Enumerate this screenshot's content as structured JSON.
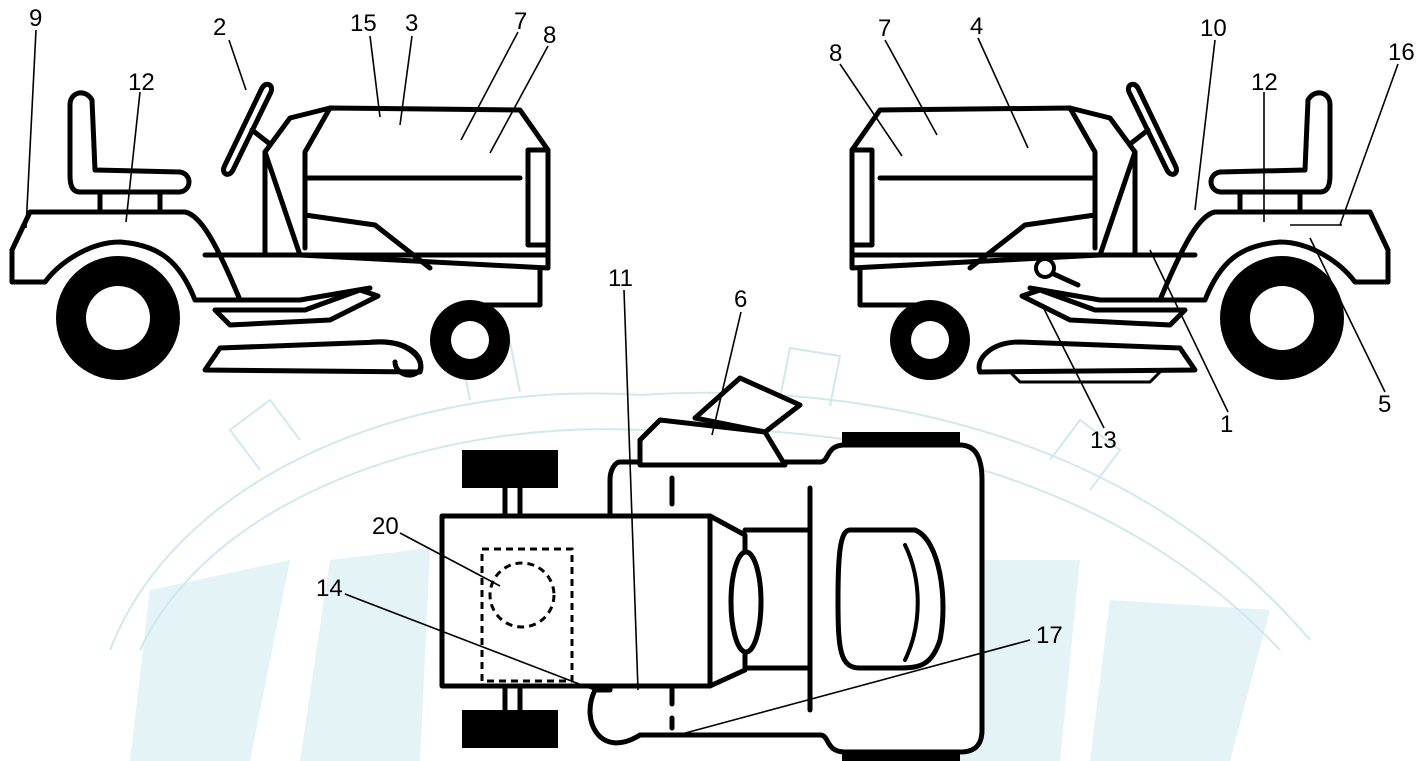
{
  "colors": {
    "line": "#000000",
    "background": "#ffffff",
    "watermark": "#d6eef2"
  },
  "watermark": {
    "kind": "gear-logo"
  },
  "views": [
    "left-side",
    "right-side",
    "top"
  ],
  "callouts": {
    "c1": "1",
    "c2": "2",
    "c3": "3",
    "c4": "4",
    "c5": "5",
    "c6": "6",
    "c7a": "7",
    "c7b": "7",
    "c8a": "8",
    "c8b": "8",
    "c9": "9",
    "c10": "10",
    "c11": "11",
    "c12a": "12",
    "c12b": "12",
    "c13": "13",
    "c14": "14",
    "c15": "15",
    "c16": "16",
    "c17": "17",
    "c20": "20"
  }
}
